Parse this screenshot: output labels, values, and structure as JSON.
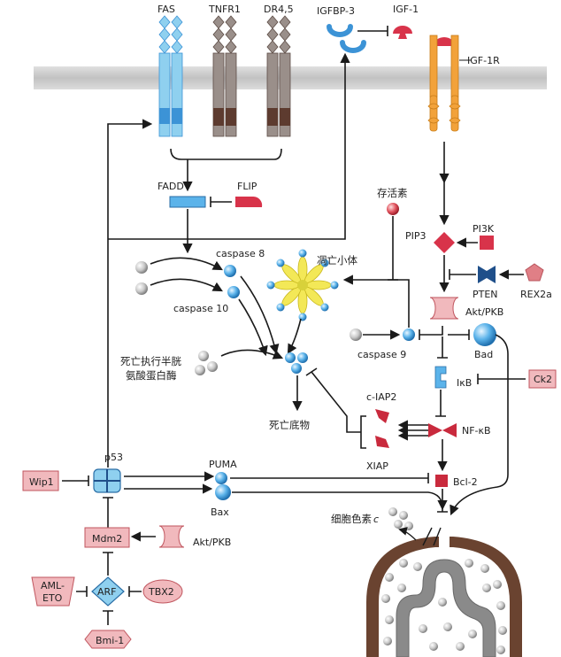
{
  "labels": {
    "fas": "FAS",
    "tnfr1": "TNFR1",
    "dr45": "DR4,5",
    "igfbp3": "IGFBP-3",
    "igf1": "IGF-1",
    "igf1r": "IGF-1R",
    "fadd": "FADD",
    "flip": "FLIP",
    "survivin": "存活素",
    "pip3": "PIP3",
    "pi3k": "PI3K",
    "pten": "PTEN",
    "rex2a": "REX2a",
    "caspase8": "caspase 8",
    "caspase10": "caspase 10",
    "apoptosome": "凋亡小体",
    "akt_top": "Akt/PKB",
    "caspase9": "caspase 9",
    "bad": "Bad",
    "executioner_line1": "死亡执行半胱",
    "executioner_line2": "氨酸蛋白酶",
    "ikb": "IκB",
    "ck2": "Ck2",
    "ciap2": "c-IAP2",
    "nfkb": "NF-κB",
    "death_substrates": "死亡底物",
    "xiap": "XIAP",
    "p53": "p53",
    "wip1": "Wip1",
    "puma": "PUMA",
    "bax": "Bax",
    "bcl2": "Bcl-2",
    "mdm2": "Mdm2",
    "akt_bottom": "Akt/PKB",
    "cytochrome": "细胞色素",
    "cytochrome_c": "c",
    "aml_line1": "AML-",
    "aml_line2": "ETO",
    "arf": "ARF",
    "tbx2": "TBX2",
    "bmi1": "Bmi-1"
  },
  "colors": {
    "membrane": "#c9c9c9",
    "fas_blue": "#8fd0ef",
    "fas_blue_dark": "#3c93d6",
    "tnfr_gray": "#9a8f8a",
    "tnfr_brown": "#5d3b2f",
    "igf_red": "#d8334a",
    "igf1r_orange": "#f2a23a",
    "box_pink": "#f1b9bd",
    "box_pink_border": "#c0555e",
    "sphere_blue": "#5bb3ea",
    "apoptosome_yellow": "#f3e857",
    "mito_brown": "#6a4330",
    "pten_navy": "#1f4f8a",
    "bcl2_red": "#c92a3d",
    "line": "#1a1a1a"
  }
}
